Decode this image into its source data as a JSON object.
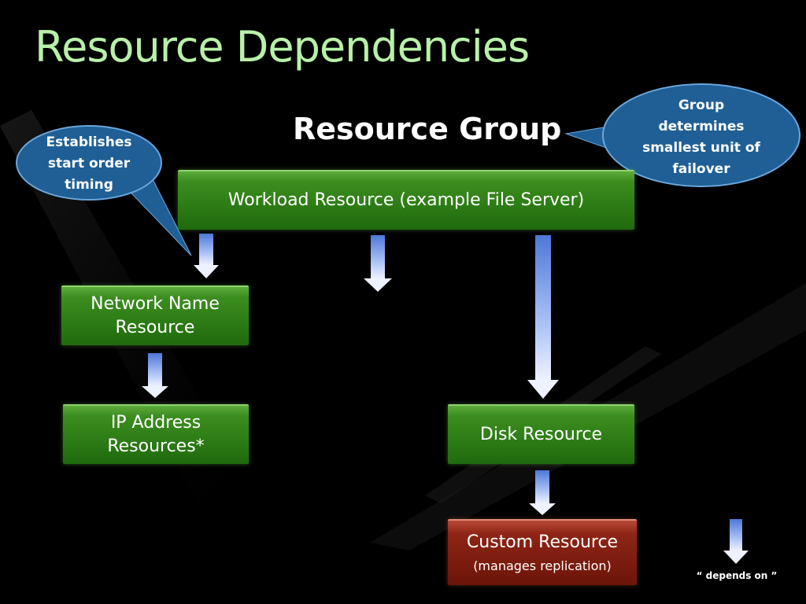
{
  "slide": {
    "title": "Resource Dependencies",
    "group_title": "Resource Group"
  },
  "boxes": {
    "workload": "Workload Resource (example File Server)",
    "network_name": "Network Name Resource",
    "ip_address": "IP Address Resources*",
    "disk": "Disk Resource",
    "custom": "Custom Resource",
    "custom_note": "(manages replication)"
  },
  "callouts": {
    "start_order": "Establishes start order timing",
    "failover": "Group determines smallest unit of failover"
  },
  "legend": {
    "label": "“ depends on ”"
  },
  "colors": {
    "title": "#b8f0a8",
    "box_green": "#2e7d16",
    "box_red": "#8e2516",
    "callout": "#1f5f95",
    "arrow": "#7c9ff0"
  }
}
